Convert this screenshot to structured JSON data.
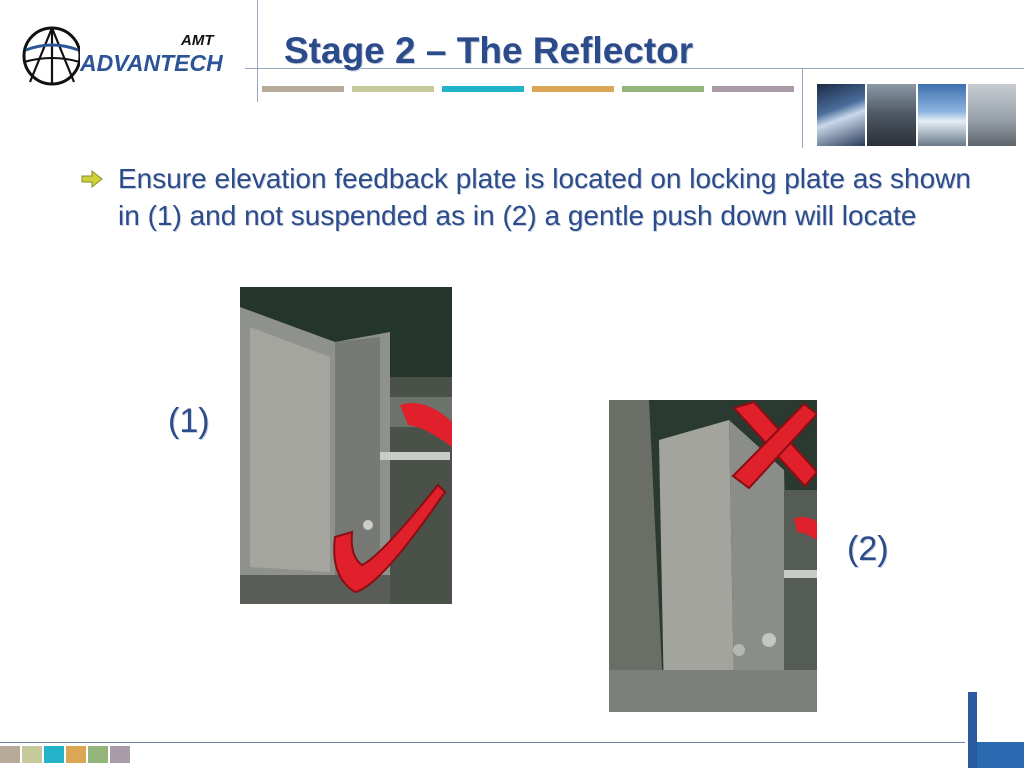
{
  "header": {
    "logo_text": "ADVANTECH",
    "logo_badge": "AMT",
    "title": "Stage 2 – The Reflector"
  },
  "colors": {
    "title_blue": "#2c4b8a",
    "stripes": [
      "#b8aa99",
      "#c6c99a",
      "#22b3c8",
      "#dca754",
      "#93b57a",
      "#a99ca8"
    ],
    "footer_squares": [
      "#b8aa99",
      "#c6c99a",
      "#22b3c8",
      "#dca754",
      "#93b57a",
      "#a99ca8"
    ]
  },
  "body": {
    "bullet_icon": "arrow-right-icon",
    "bullet_text": "Ensure elevation feedback plate is located on locking plate as shown in (1) and not suspended as in (2) a gentle push down will locate",
    "label_1": "(1)",
    "label_2": "(2)"
  },
  "icons": {
    "photo_1_overlay": "check-mark-icon",
    "photo_2_overlay": "cross-mark-icon"
  }
}
